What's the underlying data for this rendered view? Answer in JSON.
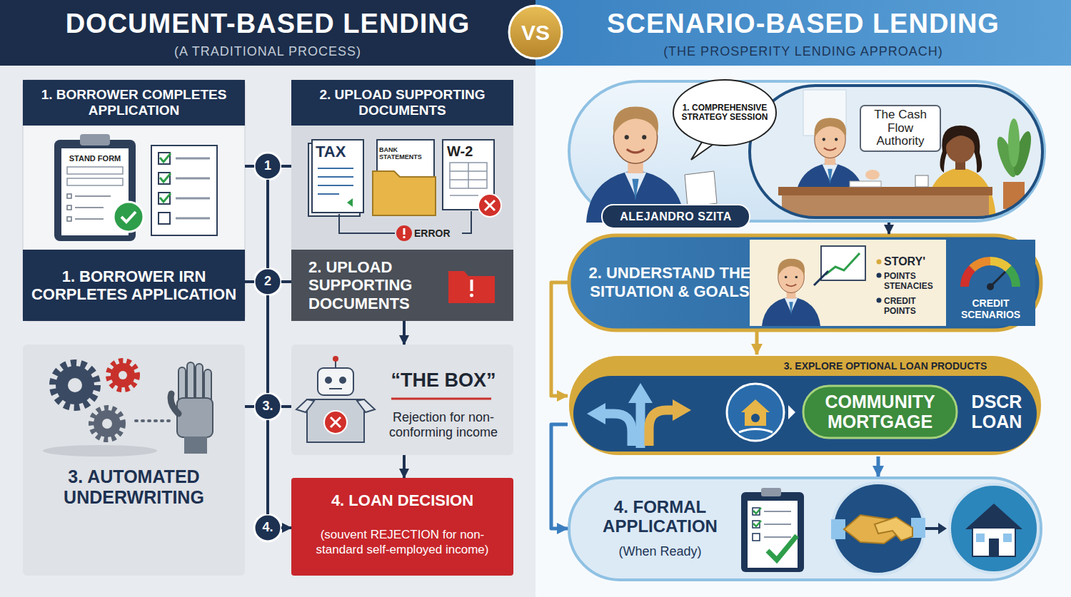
{
  "diagram": {
    "nodes": [
      {
        "text": [
          "DOCUMENT-BASED LENDING",
          "(A TRADITIONAL PROCESS)"
        ]
      },
      {
        "text": [
          "VS"
        ]
      },
      {
        "text": [
          "SCENARIO-BASED LENDING",
          "(THE PROSPERITY LENDING APPROACH)"
        ]
      },
      {
        "text": [
          "1. BORROWER COMPLETES APPLICATION",
          "1. BORROWER IRN CORPLETES APPLICATION"
        ]
      },
      {
        "text": [
          "1"
        ]
      },
      {
        "text": [
          "2. UPLOAD SUPPORTING DOCUMENTS",
          "2. UPLOAD SUPPORTING DOCUMENTS"
        ]
      },
      {
        "text": [
          "2"
        ]
      },
      {
        "text": [
          "3. AUTOMATED UNDERWRITING"
        ]
      },
      {
        "text": [
          "3."
        ]
      },
      {
        "text": [
          "“THE BOX”",
          "Rejection for non-conforming income"
        ]
      },
      {
        "text": [
          "4."
        ]
      },
      {
        "text": [
          "4. LOAN DECISION",
          "(souvent REJECTION for non-standard self-employed income)"
        ]
      },
      {
        "text": []
      },
      {
        "text": [
          "1. COMPREHENSIVE STRATEGY SESSION"
        ],
        "in": 12
      },
      {
        "text": [
          "The Cash Flow Authority"
        ],
        "in": 12
      },
      {
        "text": [
          "ALEJANDRO SZITA"
        ],
        "in": 12
      },
      {
        "text": [
          "2. UNDERSTAND THE SITUATION & GOALS"
        ]
      },
      {
        "text": [
          "CREDIT SCENARIOS"
        ],
        "in": 16
      },
      {
        "text": [
          "3. EXPLORE OPTIONAL LOAN PRODUCTS"
        ]
      },
      {
        "text": [
          "COMMUNITY MORTGAGE"
        ],
        "in": 18
      },
      {
        "text": [
          "DSCR LOAN"
        ],
        "in": 18
      },
      {
        "text": [
          "4. FORMAL APPLICATION",
          "(When Ready)"
        ]
      }
    ],
    "edges": [
      {
        "from": 10,
        "to": 11,
        "arrow": "to"
      },
      {
        "from": 5,
        "to": 9,
        "arrow": "to"
      },
      {
        "from": 9,
        "to": 11,
        "arrow": "to"
      },
      {
        "from": 4,
        "to": 6,
        "arrow": "none"
      },
      {
        "from": 6,
        "to": 8,
        "arrow": "none"
      },
      {
        "from": 8,
        "to": 10,
        "arrow": "none"
      },
      {
        "from": 4,
        "to": 3,
        "arrow": "none"
      },
      {
        "from": 4,
        "to": 5,
        "arrow": "none"
      },
      {
        "from": 6,
        "to": 3,
        "arrow": "none"
      },
      {
        "from": 6,
        "to": 5,
        "arrow": "none"
      },
      {
        "from": 8,
        "to": 7,
        "arrow": "none"
      },
      {
        "from": 8,
        "to": 9,
        "arrow": "none"
      },
      {
        "from": 12,
        "to": 16,
        "arrow": "to"
      },
      {
        "from": 16,
        "to": 18,
        "arrow": "to"
      },
      {
        "from": 16,
        "to": 18,
        "arrow": "to"
      },
      {
        "from": 18,
        "to": 21,
        "arrow": "to"
      },
      {
        "from": 18,
        "to": 21,
        "arrow": "to"
      }
    ],
    "labels": [
      "STAND FORM",
      "TAX",
      "BANK STATEMENTS",
      "W-2",
      "ERROR",
      "STORY'",
      "POINTS STENACIES",
      "CREDIT POINTS"
    ]
  }
}
